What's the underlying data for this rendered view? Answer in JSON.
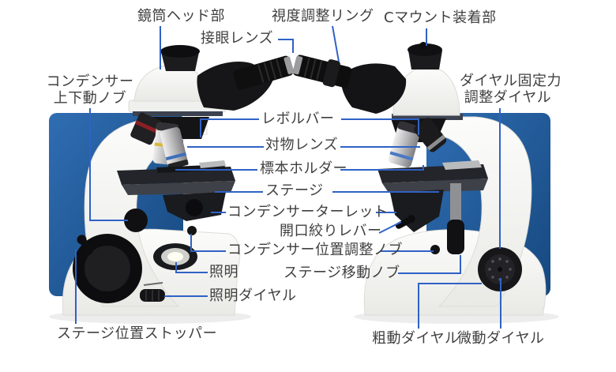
{
  "diagram": {
    "colors": {
      "leader_line": "#2f62c6",
      "panel_blue": "#1d5493",
      "label_text": "#3f3f3f"
    },
    "labels": {
      "tube_head": "鏡筒ヘッド部",
      "eyepiece": "接眼レンズ",
      "diopter_ring": "視度調整リング",
      "c_mount": "Cマウント装着部",
      "condenser_updown_line1": "コンデンサー",
      "condenser_updown_line2": "上下動ノブ",
      "dial_tension_line1": "ダイヤル固定力",
      "dial_tension_line2": "調整ダイヤル",
      "revolver": "レボルバー",
      "objective_lens": "対物レンズ",
      "specimen_holder": "標本ホルダー",
      "stage": "ステージ",
      "condenser_turret": "コンデンサーターレット",
      "aperture_lever": "開口絞りレバー",
      "condenser_position_knob": "コンデンサー位置調整ノブ",
      "illumination": "照明",
      "stage_move_knob": "ステージ移動ノブ",
      "illumination_dial": "照明ダイヤル",
      "stage_stopper": "ステージ位置ストッパー",
      "coarse_dial": "粗動ダイヤル",
      "fine_dial": "微動ダイヤル"
    }
  }
}
